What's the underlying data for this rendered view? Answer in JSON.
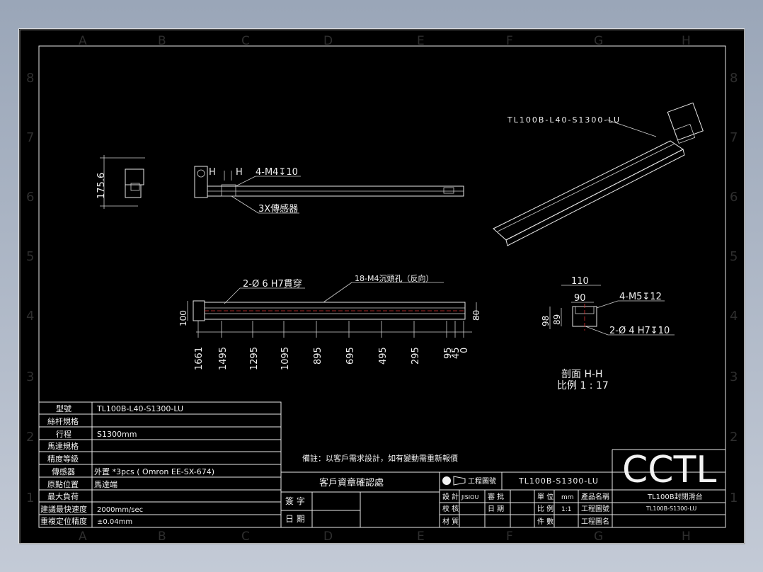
{
  "grid": {
    "columns": [
      "A",
      "B",
      "C",
      "D",
      "E",
      "F",
      "G",
      "H"
    ],
    "rows": [
      "8",
      "7",
      "6",
      "5",
      "4",
      "3",
      "2",
      "1"
    ]
  },
  "callouts": {
    "iso_label": "TL100B-L40-S1300-LU",
    "height": "175.6",
    "h_left": "H",
    "h_right": "H",
    "top_holes": "4-M4↧10",
    "sensor": "3X傳感器",
    "bottom_holes": "2-Ø 6  H7貫穿",
    "counterbore": "18-M4沉頭孔（反向）",
    "dim_100": "100",
    "dim_80": "80",
    "stations": [
      "1661",
      "1495",
      "1295",
      "1095",
      "895",
      "695",
      "495",
      "295",
      "95",
      "45",
      "0"
    ],
    "sec_110": "110",
    "sec_90": "90",
    "sec_98": "98",
    "sec_89": "89",
    "sec_m5": "4-M5↧12",
    "sec_pin": "2-Ø 4  H7↧10",
    "section_name": "剖面  H-H",
    "section_scale": "比例  1 : 17"
  },
  "spec_table": [
    {
      "label": "型號",
      "value": "TL100B-L40-S1300-LU"
    },
    {
      "label": "絲杆規格",
      "value": ""
    },
    {
      "label": "行程",
      "value": "S1300mm"
    },
    {
      "label": "馬達規格",
      "value": ""
    },
    {
      "label": "精度等級",
      "value": ""
    },
    {
      "label": "傳感器",
      "value": "外置 *3pcs ( Omron EE-SX-674)"
    },
    {
      "label": "原點位置",
      "value": "馬達端"
    },
    {
      "label": "最大負荷",
      "value": ""
    },
    {
      "label": "建議最快速度",
      "value": "2000mm/sec"
    },
    {
      "label": "重複定位精度",
      "value": "±0.04mm"
    }
  ],
  "note": "備註：以客戶需求設計，如有變動需重新報價",
  "confirm": {
    "title": "客戶資章確認處",
    "sign": "簽 字",
    "date": "日 期"
  },
  "title_block": {
    "projection": "工程圖號",
    "drawing_no": "TL100B-S1300-LU",
    "design": "設 計",
    "designer": "JISIOU",
    "approve": "審 批",
    "check": "校 核",
    "date": "日 期",
    "material": "材 質",
    "unit": "單 位",
    "unit_val": "mm",
    "scale": "比 例",
    "scale_val": "1:1",
    "pieces": "件 數",
    "product_name": "產品名稱",
    "drawing_code": "工程圖號",
    "drawing_title": "工程圖名",
    "product": "TL100B封閉滑台",
    "code": "TL100B-S1300-LU",
    "logo": "CCTL"
  }
}
